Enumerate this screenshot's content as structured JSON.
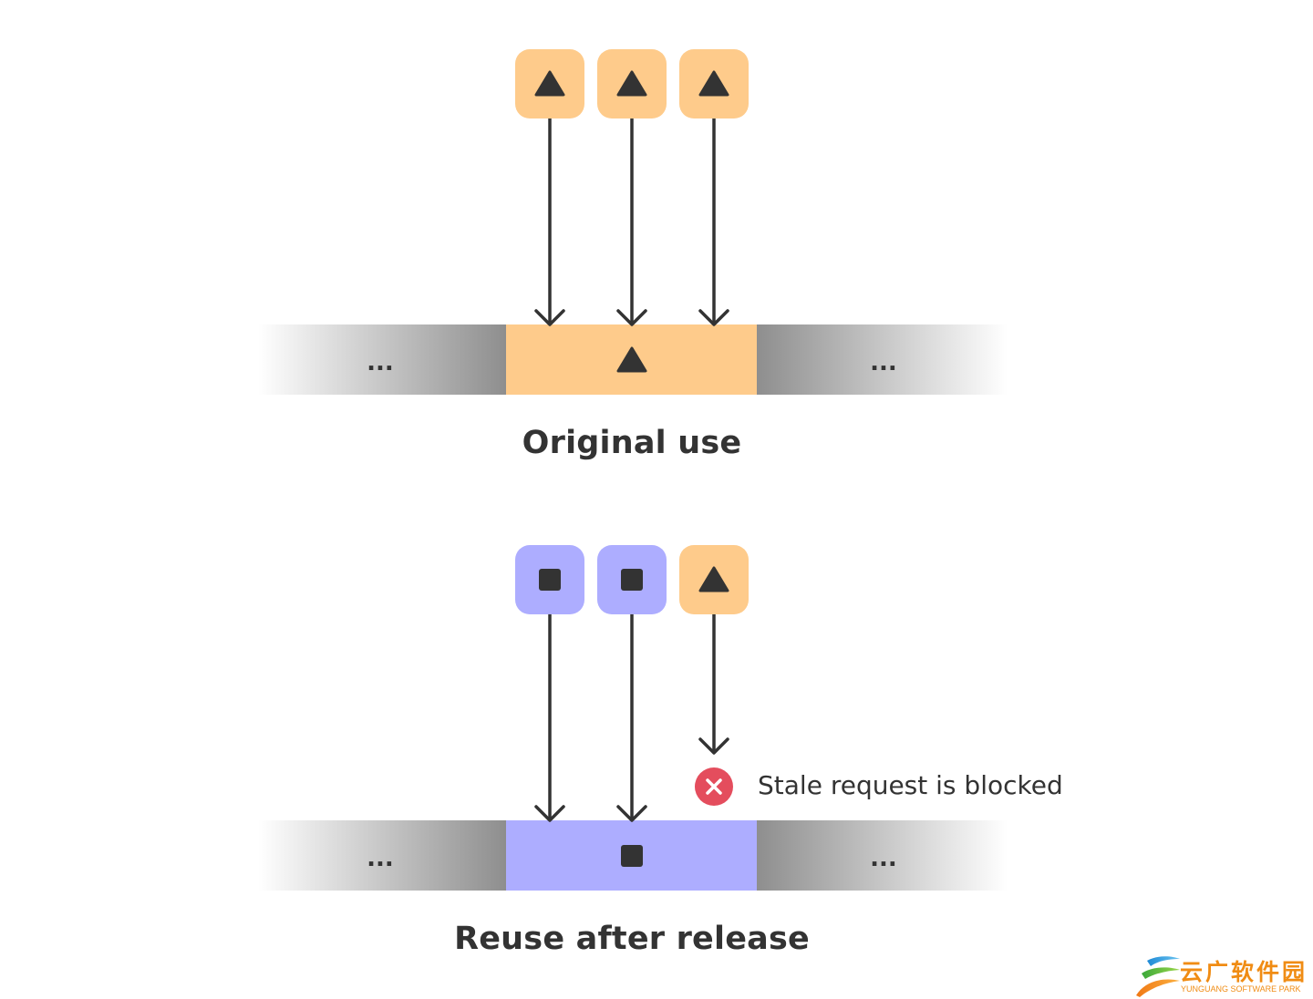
{
  "panels": [
    {
      "caption": "Original use",
      "memory_block_content": "triangle",
      "memory_block_color": "#fecb8b",
      "left_ellipsis": "...",
      "right_ellipsis": "...",
      "pointers": [
        {
          "shape": "triangle",
          "color": "#fecb8b",
          "reaches_memory": true
        },
        {
          "shape": "triangle",
          "color": "#fecb8b",
          "reaches_memory": true
        },
        {
          "shape": "triangle",
          "color": "#fecb8b",
          "reaches_memory": true
        }
      ]
    },
    {
      "caption": "Reuse after release",
      "memory_block_content": "square",
      "memory_block_color": "#adadff",
      "left_ellipsis": "...",
      "right_ellipsis": "...",
      "pointers": [
        {
          "shape": "square",
          "color": "#adadff",
          "reaches_memory": true
        },
        {
          "shape": "square",
          "color": "#adadff",
          "reaches_memory": true
        },
        {
          "shape": "triangle",
          "color": "#fecb8b",
          "reaches_memory": false
        }
      ],
      "blocked_label": "Stale request is blocked",
      "blocked_icon": "x-circle-icon",
      "blocked_color": "#e44d5d"
    }
  ],
  "colors": {
    "arrow": "#333333",
    "glyph": "#333333",
    "gray_gradient_dark": "#8e8e8e"
  },
  "watermark": {
    "cn": "云广软件园",
    "en": "YUNGUANG SOFTWARE PARK"
  }
}
